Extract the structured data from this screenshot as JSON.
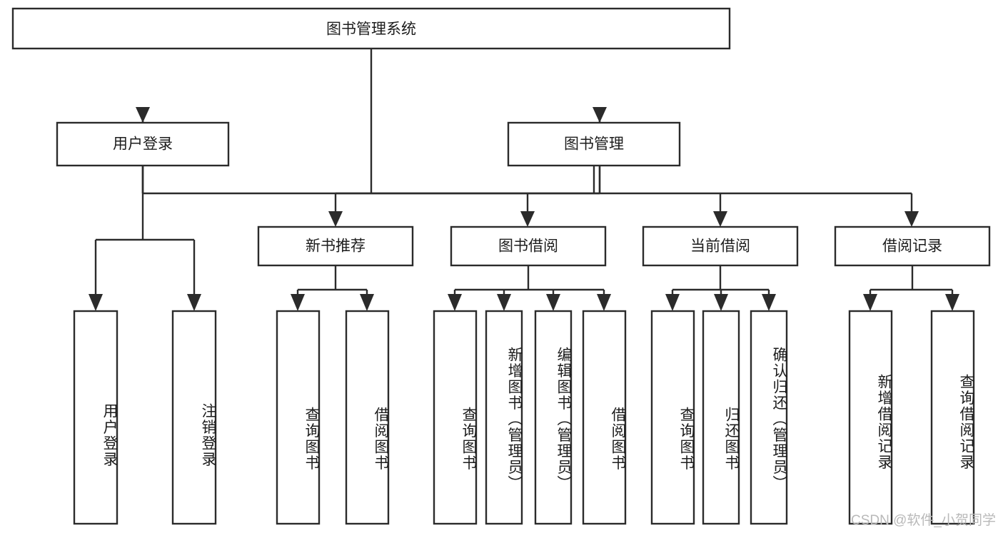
{
  "diagram": {
    "title": "图书管理系统",
    "type": "hierarchy-tree",
    "levels": 4,
    "watermark": "CSDN @软件_小贺同学",
    "colors": {
      "stroke": "#2b2b2b",
      "fill": "#ffffff",
      "text": "#1c1c1c",
      "watermark": "#b9b9b9",
      "background": "#ffffff"
    },
    "root": {
      "label": "图书管理系统",
      "children": [
        {
          "label": "用户登录",
          "children": [
            {
              "label": "用户登录"
            },
            {
              "label": "注销登录"
            }
          ]
        },
        {
          "label": "图书管理",
          "children": [
            {
              "label": "新书推荐",
              "children": [
                {
                  "label": "查询图书"
                },
                {
                  "label": "借阅图书"
                }
              ]
            },
            {
              "label": "图书借阅",
              "children": [
                {
                  "label": "查询图书"
                },
                {
                  "label": "新增图书（管理员）"
                },
                {
                  "label": "编辑图书（管理员）"
                },
                {
                  "label": "借阅图书"
                }
              ]
            },
            {
              "label": "当前借阅",
              "children": [
                {
                  "label": "查询图书"
                },
                {
                  "label": "归还图书"
                },
                {
                  "label": "确认归还（管理员）"
                }
              ]
            },
            {
              "label": "借阅记录",
              "children": [
                {
                  "label": "新增借阅记录"
                },
                {
                  "label": "查询借阅记录"
                }
              ]
            }
          ]
        }
      ]
    },
    "nodes": {
      "root": "图书管理系统",
      "user_login": "用户登录",
      "book_manage": "图书管理",
      "new_book_rec": "新书推荐",
      "book_borrow": "图书借阅",
      "current_borrow": "当前借阅",
      "borrow_record": "借阅记录",
      "leaf_user_login": "用户登录",
      "leaf_logout": "注销登录",
      "leaf_query_book_a": "查询图书",
      "leaf_borrow_book_a": "借阅图书",
      "leaf_query_book_b": "查询图书",
      "leaf_add_book_admin": "新增图书（管理员）",
      "leaf_edit_book_admin": "编辑图书（管理员）",
      "leaf_borrow_book_b": "借阅图书",
      "leaf_query_book_c": "查询图书",
      "leaf_return_book": "归还图书",
      "leaf_confirm_return_admin": "确认归还（管理员）",
      "leaf_add_record": "新增借阅记录",
      "leaf_query_record": "查询借阅记录"
    }
  }
}
